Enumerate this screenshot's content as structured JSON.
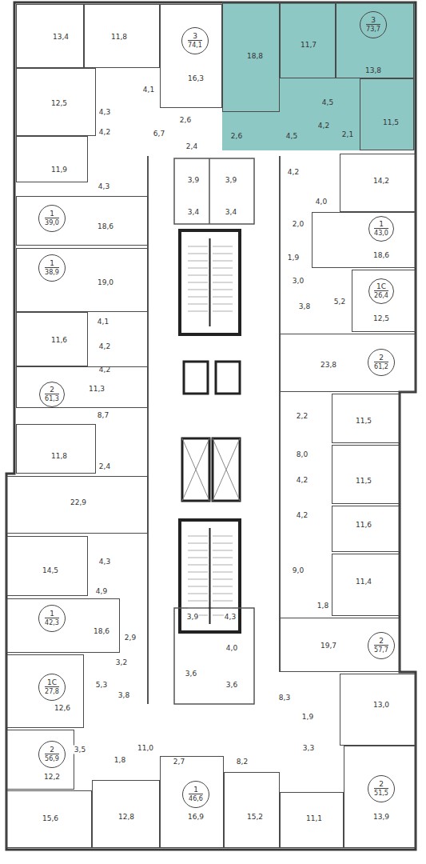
{
  "diagram": {
    "nodes": [
      {
        "text": [
          "13,4"
        ]
      },
      {
        "text": [
          "11,8"
        ]
      },
      {
        "text": [
          "16,3"
        ]
      },
      {
        "text": [
          "3",
          "74,1"
        ],
        "in": 2
      },
      {
        "text": [
          "18,8"
        ]
      },
      {
        "text": [
          "11,7"
        ]
      },
      {
        "text": [
          "13,8"
        ]
      },
      {
        "text": [
          "3",
          "73,7"
        ],
        "in": 6
      },
      {
        "text": [
          "4,5"
        ]
      },
      {
        "text": [
          "11,5"
        ]
      },
      {
        "text": [
          "2,6"
        ]
      },
      {
        "text": [
          "4,5"
        ]
      },
      {
        "text": [
          "4,2"
        ]
      },
      {
        "text": [
          "2,1"
        ]
      },
      {
        "text": [
          "4,1"
        ]
      },
      {
        "text": [
          "12,5"
        ]
      },
      {
        "text": [
          "4,3"
        ]
      },
      {
        "text": [
          "4,2"
        ]
      },
      {
        "text": [
          "6,7"
        ]
      },
      {
        "text": [
          "2,6"
        ]
      },
      {
        "text": [
          "2,4"
        ]
      },
      {
        "text": [
          "11,9"
        ]
      },
      {
        "text": [
          "4,3"
        ]
      },
      {
        "text": [
          "18,6"
        ]
      },
      {
        "text": [
          "1",
          "39,0"
        ],
        "in": 23
      },
      {
        "text": [
          "19,0"
        ]
      },
      {
        "text": [
          "1",
          "38,9"
        ],
        "in": 25
      },
      {
        "text": [
          "4,1"
        ]
      },
      {
        "text": [
          "11,6"
        ]
      },
      {
        "text": [
          "4,2"
        ]
      },
      {
        "text": [
          "4,2"
        ]
      },
      {
        "text": [
          "11,3"
        ]
      },
      {
        "text": [
          "2",
          "61,3"
        ],
        "in": 31
      },
      {
        "text": [
          "8,7"
        ]
      },
      {
        "text": [
          "11,8"
        ]
      },
      {
        "text": [
          "2,4"
        ]
      },
      {
        "text": [
          "22,9"
        ]
      },
      {
        "text": [
          "14,5"
        ]
      },
      {
        "text": [
          "4,3"
        ]
      },
      {
        "text": [
          "4,9"
        ]
      },
      {
        "text": [
          "18,6"
        ]
      },
      {
        "text": [
          "1",
          "42,3"
        ],
        "in": 40
      },
      {
        "text": [
          "2,9"
        ]
      },
      {
        "text": [
          "3,2"
        ]
      },
      {
        "text": [
          "12,6"
        ]
      },
      {
        "text": [
          "1С",
          "27,8"
        ],
        "in": 44
      },
      {
        "text": [
          "5,3"
        ]
      },
      {
        "text": [
          "3,8"
        ]
      },
      {
        "text": [
          "12,2"
        ]
      },
      {
        "text": [
          "2",
          "56,9"
        ],
        "in": 48
      },
      {
        "text": [
          "3,5"
        ]
      },
      {
        "text": [
          "1,8"
        ]
      },
      {
        "text": [
          "11,0"
        ]
      },
      {
        "text": [
          "15,6"
        ]
      },
      {
        "text": [
          "12,8"
        ]
      },
      {
        "text": [
          "16,9"
        ]
      },
      {
        "text": [
          "1",
          "46,6"
        ],
        "in": 55
      },
      {
        "text": [
          "2,7"
        ]
      },
      {
        "text": [
          "8,2"
        ]
      },
      {
        "text": [
          "15,2"
        ]
      },
      {
        "text": [
          "11,1"
        ]
      },
      {
        "text": [
          "13,9"
        ]
      },
      {
        "text": [
          "2",
          "51,5"
        ],
        "in": 61
      },
      {
        "text": [
          "13,0"
        ]
      },
      {
        "text": [
          "8,3"
        ]
      },
      {
        "text": [
          "1,9"
        ]
      },
      {
        "text": [
          "3,3"
        ]
      },
      {
        "text": [
          "3,9"
        ]
      },
      {
        "text": [
          "3,9"
        ]
      },
      {
        "text": [
          "3,4"
        ]
      },
      {
        "text": [
          "3,4"
        ]
      },
      {
        "text": [
          "3,9"
        ]
      },
      {
        "text": [
          "4,3"
        ]
      },
      {
        "text": [
          "4,0"
        ]
      },
      {
        "text": [
          "3,6"
        ]
      },
      {
        "text": [
          "3,6"
        ]
      },
      {
        "text": [
          "4,2"
        ]
      },
      {
        "text": [
          "4,0"
        ]
      },
      {
        "text": [
          "14,2"
        ]
      },
      {
        "text": [
          "2,0"
        ]
      },
      {
        "text": [
          "18,6"
        ]
      },
      {
        "text": [
          "1",
          "43,0"
        ],
        "in": 80
      },
      {
        "text": [
          "1,9"
        ]
      },
      {
        "text": [
          "3,0"
        ]
      },
      {
        "text": [
          "5,2"
        ]
      },
      {
        "text": [
          "3,8"
        ]
      },
      {
        "text": [
          "12,5"
        ]
      },
      {
        "text": [
          "1С",
          "26,4"
        ],
        "in": 86
      },
      {
        "text": [
          "23,8"
        ]
      },
      {
        "text": [
          "2",
          "61,2"
        ],
        "in": 88
      },
      {
        "text": [
          "2,2"
        ]
      },
      {
        "text": [
          "8,0"
        ]
      },
      {
        "text": [
          "11,5"
        ]
      },
      {
        "text": [
          "11,5"
        ]
      },
      {
        "text": [
          "4,2"
        ]
      },
      {
        "text": [
          "4,2"
        ]
      },
      {
        "text": [
          "11,6"
        ]
      },
      {
        "text": [
          "9,0"
        ]
      },
      {
        "text": [
          "11,4"
        ]
      },
      {
        "text": [
          "1,8"
        ]
      },
      {
        "text": [
          "19,7"
        ]
      },
      {
        "text": [
          "2",
          "57,7"
        ],
        "in": 100
      }
    ]
  }
}
